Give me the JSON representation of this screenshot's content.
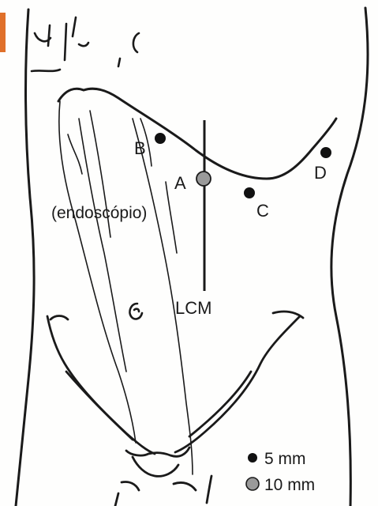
{
  "figure": {
    "port_labels": {
      "A": "A",
      "B": "B",
      "C": "C",
      "D": "D"
    },
    "endoscope_label": "(endoscópio)",
    "midline_label": "LCM",
    "legend": [
      {
        "size_label": "5 mm",
        "marker": "filled-dot"
      },
      {
        "size_label": "10 mm",
        "marker": "gray-dot"
      }
    ]
  },
  "colors": {
    "ink": "#1a1a1a",
    "port_5mm": "#111111",
    "port_10mm": "#9a9a9a",
    "corner_tab": "#e0702a",
    "background": "#fefefd"
  }
}
